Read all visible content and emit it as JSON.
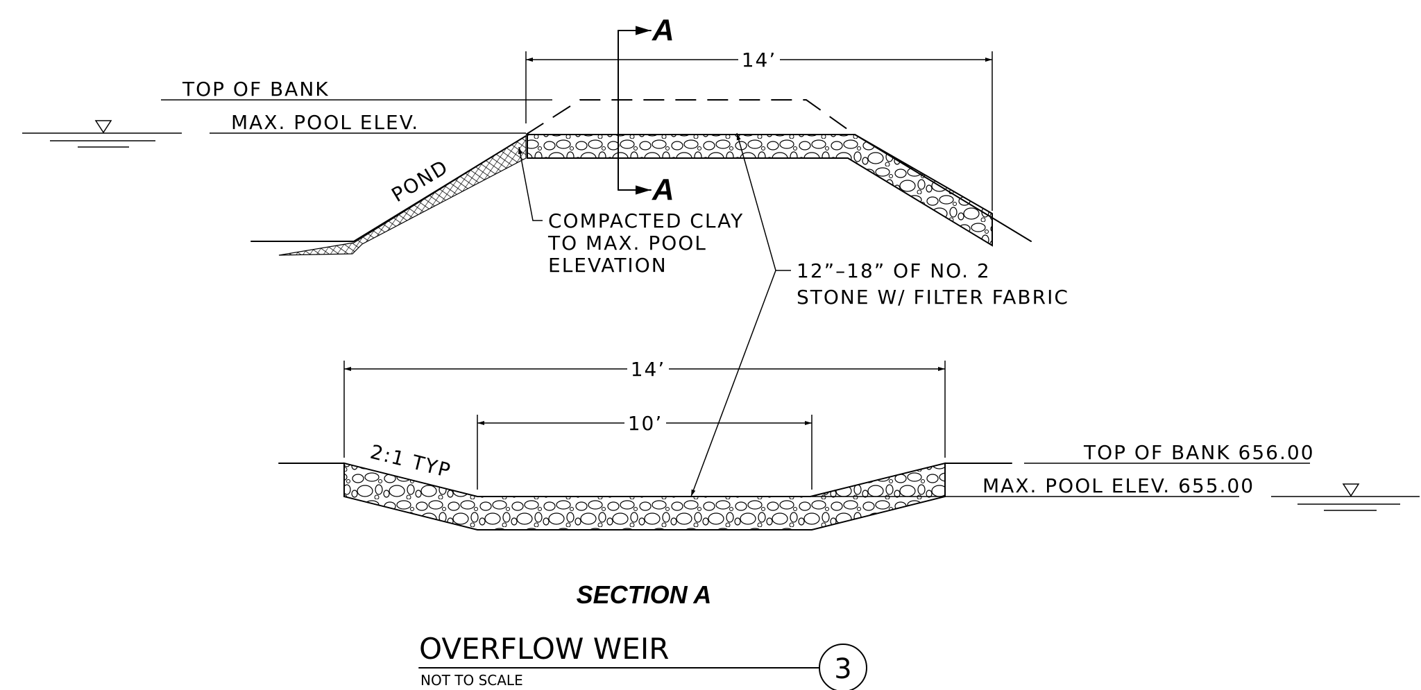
{
  "section_marker": {
    "letter_top": "A",
    "letter_bottom": "A"
  },
  "profile_dimension": {
    "label": "14’"
  },
  "labels": {
    "top_of_bank": "TOP OF BANK",
    "max_pool_elev": "MAX. POOL ELEV.",
    "pond": "POND",
    "clay_line1": "COMPACTED CLAY",
    "clay_line2": "TO MAX. POOL",
    "clay_line3": "ELEVATION",
    "stone_line1": "12”–18” OF NO. 2",
    "stone_line2": "STONE W/ FILTER FABRIC"
  },
  "section_a": {
    "overall_width": "14’",
    "bottom_width": "10’",
    "slope": "2:1 TYP",
    "top_of_bank": "TOP OF BANK 656.00",
    "max_pool_elev": "MAX. POOL ELEV. 655.00",
    "caption": "SECTION A"
  },
  "title_block": {
    "title": "OVERFLOW WEIR",
    "subtitle": "NOT TO SCALE",
    "detail_number": "3"
  }
}
